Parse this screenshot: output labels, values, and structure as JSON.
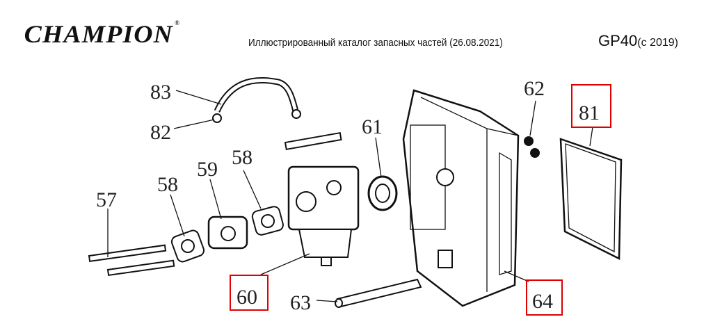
{
  "header": {
    "brand": "CHAMPION",
    "brand_mark": "®",
    "subtitle": "Иллюстрированный каталог запасных частей (26.08.2021)",
    "model": "GP40",
    "model_note": "(с 2019)"
  },
  "labels": {
    "l83": "83",
    "l82": "82",
    "l57": "57",
    "l58a": "58",
    "l59": "59",
    "l58b": "58",
    "l61": "61",
    "l60": "60",
    "l63": "63",
    "l64": "64",
    "l62": "62",
    "l81": "81"
  },
  "highlight_color": "#e00000"
}
